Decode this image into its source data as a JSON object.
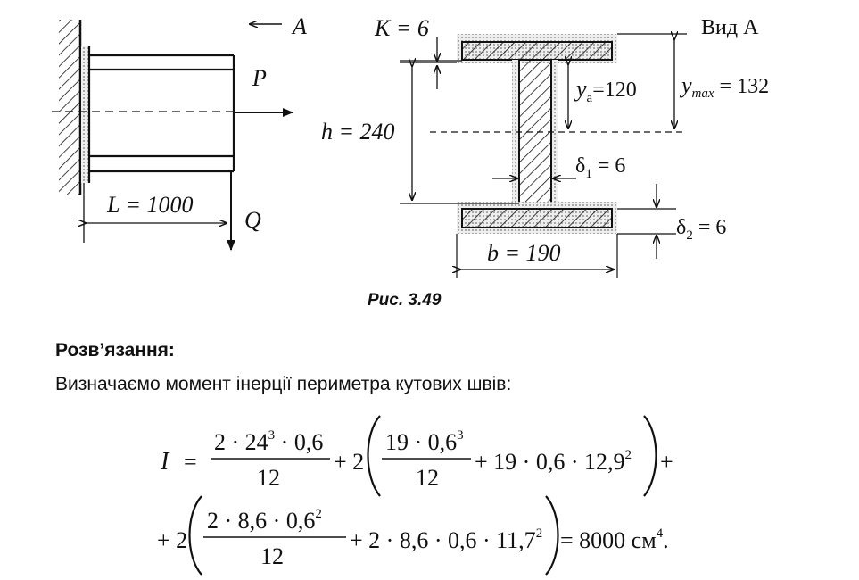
{
  "figure": {
    "cantilever": {
      "view_arrow_label": "A",
      "force_p": "P",
      "force_q": "Q",
      "length_label": "L = 1000"
    },
    "section": {
      "weld_leg": "K = 6",
      "view_title": "Вид А",
      "height": "h = 240",
      "ya_prefix": "y",
      "ya_sub": "a",
      "ya_value": "=120",
      "ymax_prefix": "y",
      "ymax_sub": "max",
      "ymax_value": "= 132",
      "delta1_sym": "δ",
      "delta1_sub": "1",
      "delta1_value": " = 6",
      "delta2_sym": "δ",
      "delta2_sub": "2",
      "delta2_value": " = 6",
      "width": "b = 190"
    },
    "caption": "Рис. 3.49"
  },
  "solution": {
    "heading": "Розв’язання:",
    "intro": "Визначаємо момент інерції периметра кутових швів:",
    "formula": {
      "lhs": "I",
      "eq": "=",
      "t1_num_a": "2 · 24",
      "t1_num_a_exp": "3",
      "t1_num_b": " · 0,6",
      "t1_den": "12",
      "plus1": "+ 2",
      "t2_num_a": "19 · 0,6",
      "t2_num_a_exp": "3",
      "t2_den": "12",
      "t2_rest": "+ 19 · 0,6 · 12,9",
      "t2_rest_exp": "2",
      "plus_end": "+",
      "plus2": "+ 2",
      "t3_num_a": "2 · 8,6 · 0,6",
      "t3_num_a_exp": "2",
      "t3_den": "12",
      "t3_rest": "+ 2 · 8,6 · 0,6 · 11,7",
      "t3_rest_exp": "2",
      "result": "= 8000 см",
      "result_exp": "4",
      "final_dot": "."
    }
  }
}
